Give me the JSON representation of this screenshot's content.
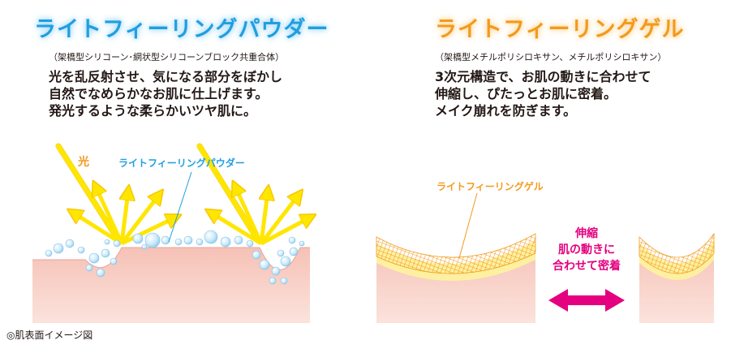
{
  "left": {
    "title": "ライトフィーリングパウダー",
    "subtitle": "（架橋型シリコーン･網状型シリコーンブロック共重合体）",
    "description": [
      "光を乱反射させ、気になる部分をぼかし",
      "自然でなめらかなお肌に仕上げます。",
      "発光するような柔らかいツヤ肌に。"
    ],
    "light_label": "光",
    "powder_label": "ライトフィーリングパウダー"
  },
  "right": {
    "title": "ライトフィーリングゲル",
    "subtitle": "（架橋型メチルポリシロキサン、メチルポリシロキサン）",
    "description": [
      "3次元構造で、お肌の動きに合わせて",
      "伸縮し、ぴたっとお肌に密着。",
      "メイク崩れを防ぎます。"
    ],
    "gel_label": "ライトフィーリングゲル",
    "stretch_label": [
      "伸縮",
      "肌の動きに",
      "合わせて密着"
    ]
  },
  "caption": "◎肌表面イメージ図",
  "colors": {
    "blue": "#1f9fe0",
    "orange": "#f39a1d",
    "skin": "#f6c1b6",
    "arrow_yellow": "#ffe600",
    "magenta": "#e4007f",
    "gel_yellow": "#fdf0a0"
  }
}
